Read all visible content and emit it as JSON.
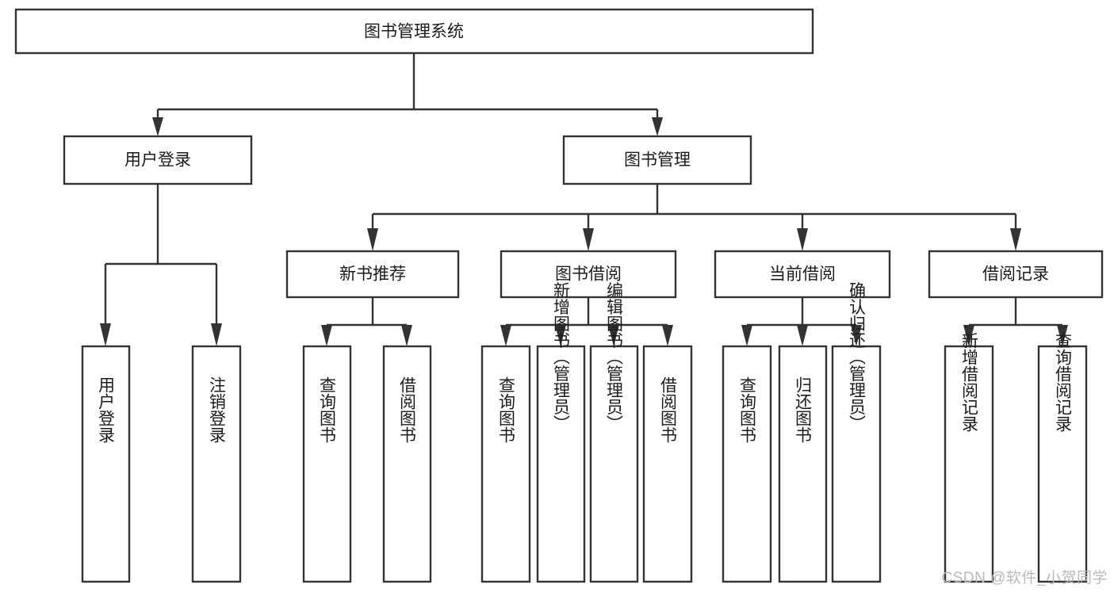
{
  "diagram": {
    "title": "图书管理系统",
    "watermark": "CSDN @软件_小贺同学",
    "colors": {
      "box_stroke": "#333333",
      "box_fill": "#ffffff",
      "text": "#1b1b1b",
      "watermark": "#b9b9b9",
      "background": "#ffffff"
    },
    "root": {
      "id": "root",
      "label": "图书管理系统",
      "orientation": "horizontal"
    },
    "level2": [
      {
        "id": "user-login",
        "label": "用户登录",
        "orientation": "horizontal"
      },
      {
        "id": "book-manage",
        "label": "图书管理",
        "orientation": "horizontal"
      }
    ],
    "level3": [
      {
        "id": "new-book-recommend",
        "label": "新书推荐",
        "orientation": "horizontal",
        "parent": "book-manage"
      },
      {
        "id": "book-borrow",
        "label": "图书借阅",
        "orientation": "horizontal",
        "parent": "book-manage"
      },
      {
        "id": "current-borrow",
        "label": "当前借阅",
        "orientation": "horizontal",
        "parent": "book-manage"
      },
      {
        "id": "borrow-record",
        "label": "借阅记录",
        "orientation": "horizontal",
        "parent": "book-manage"
      }
    ],
    "leaves": [
      {
        "id": "leaf-user-login",
        "label": "用户登录",
        "orientation": "vertical",
        "parent": "user-login"
      },
      {
        "id": "leaf-user-logout",
        "label": "注销登录",
        "orientation": "vertical",
        "parent": "user-login"
      },
      {
        "id": "leaf-query-book-1",
        "label": "查询图书",
        "orientation": "vertical",
        "parent": "new-book-recommend"
      },
      {
        "id": "leaf-borrow-book-1",
        "label": "借阅图书",
        "orientation": "vertical",
        "parent": "new-book-recommend"
      },
      {
        "id": "leaf-query-book-2",
        "label": "查询图书",
        "orientation": "vertical",
        "parent": "book-borrow"
      },
      {
        "id": "leaf-add-book",
        "label": "新增图书（管理员）",
        "orientation": "vertical",
        "parent": "book-borrow"
      },
      {
        "id": "leaf-edit-book",
        "label": "编辑图书（管理员）",
        "orientation": "vertical",
        "parent": "book-borrow"
      },
      {
        "id": "leaf-borrow-book-2",
        "label": "借阅图书",
        "orientation": "vertical",
        "parent": "book-borrow"
      },
      {
        "id": "leaf-query-book-3",
        "label": "查询图书",
        "orientation": "vertical",
        "parent": "current-borrow"
      },
      {
        "id": "leaf-return-book",
        "label": "归还图书",
        "orientation": "vertical",
        "parent": "current-borrow"
      },
      {
        "id": "leaf-confirm-return",
        "label": "确认归还（管理员）",
        "orientation": "vertical",
        "parent": "current-borrow"
      },
      {
        "id": "leaf-add-record",
        "label": "新增借阅记录",
        "orientation": "vertical",
        "parent": "borrow-record"
      },
      {
        "id": "leaf-query-record",
        "label": "查询借阅记录",
        "orientation": "vertical",
        "parent": "borrow-record"
      }
    ]
  }
}
